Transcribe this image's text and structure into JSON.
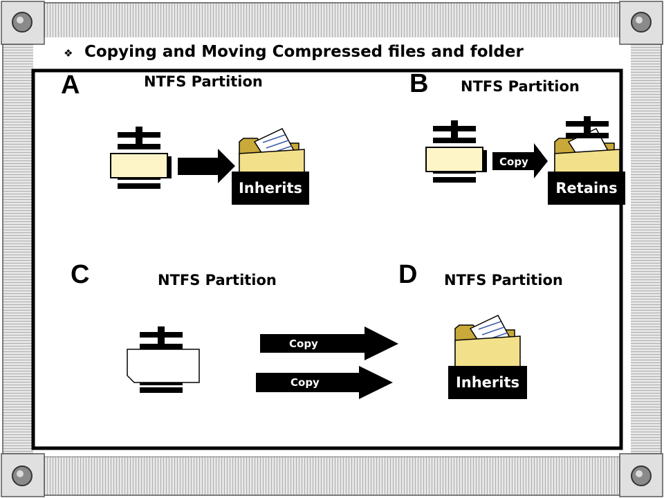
{
  "title": "Copying and Moving Compressed files and folder",
  "bullet_icon": "diamond-bullet-icon",
  "panels": {
    "a": {
      "letter": "A",
      "label": "NTFS Partition",
      "result": "Inherits"
    },
    "b": {
      "letter": "B",
      "label": "NTFS Partition",
      "action": "Copy",
      "result": "Retains"
    },
    "c": {
      "letter": "C",
      "label": "NTFS Partition",
      "actions": [
        "Copy",
        "Copy"
      ]
    },
    "d": {
      "letter": "D",
      "label": "NTFS Partition",
      "result": "Inherits"
    }
  },
  "colors": {
    "folder": "#f3e08a",
    "folder_shade": "#c9a93a",
    "file": "#fdf5c8",
    "frame": "#000000",
    "border_hatch": "#9a9a9a"
  }
}
